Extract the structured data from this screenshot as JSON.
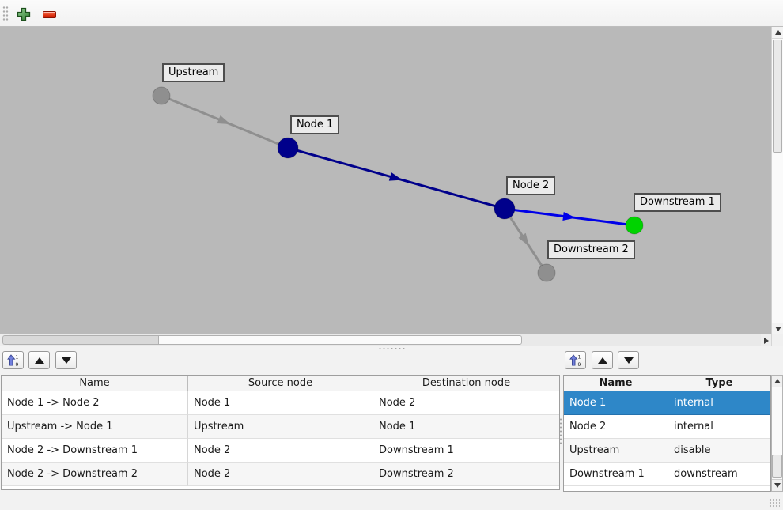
{
  "toolbar": {
    "add_icon": "green-plus",
    "remove_icon": "red-minus"
  },
  "graph": {
    "canvas_color": "#b9b9b9",
    "nodes": [
      {
        "label": "Upstream",
        "type": "disable",
        "color": "#8f8f8f"
      },
      {
        "label": "Node 1",
        "type": "internal",
        "color": "#00008b"
      },
      {
        "label": "Node 2",
        "type": "internal",
        "color": "#00008b"
      },
      {
        "label": "Downstream 1",
        "type": "downstream",
        "color": "#00d300"
      },
      {
        "label": "Downstream 2",
        "type": "disable",
        "color": "#8f8f8f"
      }
    ],
    "edges": [
      {
        "from": "Upstream",
        "to": "Node 1",
        "color": "#8f8f8f"
      },
      {
        "from": "Node 1",
        "to": "Node 2",
        "color": "#00008b"
      },
      {
        "from": "Node 2",
        "to": "Downstream 1",
        "color": "#0000e8"
      },
      {
        "from": "Node 2",
        "to": "Downstream 2",
        "color": "#8f8f8f"
      }
    ]
  },
  "edges_table": {
    "headers": [
      "Name",
      "Source node",
      "Destination node"
    ],
    "rows": [
      {
        "name": "Node 1 -> Node 2",
        "source": "Node 1",
        "destination": "Node 2"
      },
      {
        "name": "Upstream -> Node 1",
        "source": "Upstream",
        "destination": "Node 1"
      },
      {
        "name": "Node 2 -> Downstream 1",
        "source": "Node 2",
        "destination": "Downstream 1"
      },
      {
        "name": "Node 2 -> Downstream 2",
        "source": "Node 2",
        "destination": "Downstream 2"
      }
    ]
  },
  "nodes_table": {
    "headers": [
      "Name",
      "Type"
    ],
    "selection_color": "#2e87c8",
    "rows": [
      {
        "name": "Node 1",
        "type": "internal",
        "selected": true
      },
      {
        "name": "Node 2",
        "type": "internal",
        "selected": false
      },
      {
        "name": "Upstream",
        "type": "disable",
        "selected": false
      },
      {
        "name": "Downstream 1",
        "type": "downstream",
        "selected": false
      }
    ]
  }
}
